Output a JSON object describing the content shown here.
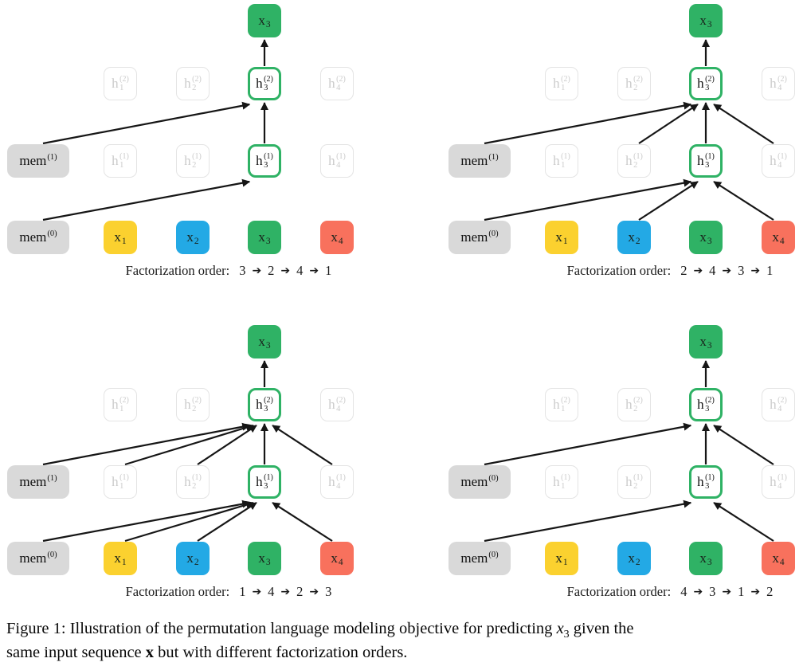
{
  "arrow_glyph": "➔",
  "colors": {
    "yellow": "#FBD12F",
    "blue": "#23A9E5",
    "green": "#2FB265",
    "red": "#F8715D",
    "gray": "#D9D9D9",
    "faded_border": "#E4E4E4",
    "faded_text": "#CBCBCB",
    "arrow": "#161616"
  },
  "figure_caption": {
    "prefix": "Figure 1: Illustration of the permutation language modeling objective for predicting ",
    "math_x": "x",
    "math_sub": "3",
    "after_math": " given the",
    "line2_start": "same input sequence ",
    "bold_x": "x",
    "line2_end": " but with different factorization orders."
  },
  "panels": [
    {
      "name": "top-left",
      "caption": {
        "prefix": "Factorization order:",
        "sequence": [
          "3",
          "2",
          "4",
          "1"
        ]
      },
      "output": {
        "id": "out",
        "base": "x",
        "sub": "3",
        "state": "output",
        "color": "green"
      },
      "layer2": [
        {
          "id": "h1_2",
          "base": "h",
          "sub": "1",
          "sup": "(2)",
          "state": "faded"
        },
        {
          "id": "h2_2",
          "base": "h",
          "sub": "2",
          "sup": "(2)",
          "state": "faded"
        },
        {
          "id": "h3_2",
          "base": "h",
          "sub": "3",
          "sup": "(2)",
          "state": "active"
        },
        {
          "id": "h4_2",
          "base": "h",
          "sub": "4",
          "sup": "(2)",
          "state": "faded"
        }
      ],
      "layer1": [
        {
          "id": "mem_mid",
          "base": "mem",
          "sup": "(1)",
          "state": "mem"
        },
        {
          "id": "h1_1",
          "base": "h",
          "sub": "1",
          "sup": "(1)",
          "state": "faded"
        },
        {
          "id": "h2_1",
          "base": "h",
          "sub": "2",
          "sup": "(1)",
          "state": "faded"
        },
        {
          "id": "h3_1",
          "base": "h",
          "sub": "3",
          "sup": "(1)",
          "state": "active"
        },
        {
          "id": "h4_1",
          "base": "h",
          "sub": "4",
          "sup": "(1)",
          "state": "faded"
        }
      ],
      "layer0": [
        {
          "id": "mem_bot",
          "base": "mem",
          "sup": "(0)",
          "state": "mem"
        },
        {
          "id": "x1",
          "base": "x",
          "sub": "1",
          "state": "input",
          "color": "yellow"
        },
        {
          "id": "x2",
          "base": "x",
          "sub": "2",
          "state": "input",
          "color": "blue"
        },
        {
          "id": "x3",
          "base": "x",
          "sub": "3",
          "state": "input",
          "color": "green"
        },
        {
          "id": "x4",
          "base": "x",
          "sub": "4",
          "state": "input",
          "color": "red"
        }
      ],
      "arrows": [
        [
          "mem_bot",
          "h3_1"
        ],
        [
          "mem_mid",
          "h3_2"
        ],
        [
          "h3_1",
          "h3_2"
        ],
        [
          "h3_2",
          "out"
        ]
      ]
    },
    {
      "name": "top-right",
      "caption": {
        "prefix": "Factorization order:",
        "sequence": [
          "2",
          "4",
          "3",
          "1"
        ]
      },
      "output": {
        "id": "out",
        "base": "x",
        "sub": "3",
        "state": "output",
        "color": "green"
      },
      "layer2": [
        {
          "id": "h1_2",
          "base": "h",
          "sub": "1",
          "sup": "(2)",
          "state": "faded"
        },
        {
          "id": "h2_2",
          "base": "h",
          "sub": "2",
          "sup": "(2)",
          "state": "faded"
        },
        {
          "id": "h3_2",
          "base": "h",
          "sub": "3",
          "sup": "(2)",
          "state": "active"
        },
        {
          "id": "h4_2",
          "base": "h",
          "sub": "4",
          "sup": "(2)",
          "state": "faded"
        }
      ],
      "layer1": [
        {
          "id": "mem_mid",
          "base": "mem",
          "sup": "(1)",
          "state": "mem"
        },
        {
          "id": "h1_1",
          "base": "h",
          "sub": "1",
          "sup": "(1)",
          "state": "faded"
        },
        {
          "id": "h2_1",
          "base": "h",
          "sub": "2",
          "sup": "(1)",
          "state": "faded"
        },
        {
          "id": "h3_1",
          "base": "h",
          "sub": "3",
          "sup": "(1)",
          "state": "active"
        },
        {
          "id": "h4_1",
          "base": "h",
          "sub": "4",
          "sup": "(1)",
          "state": "faded"
        }
      ],
      "layer0": [
        {
          "id": "mem_bot",
          "base": "mem",
          "sup": "(0)",
          "state": "mem"
        },
        {
          "id": "x1",
          "base": "x",
          "sub": "1",
          "state": "input",
          "color": "yellow"
        },
        {
          "id": "x2",
          "base": "x",
          "sub": "2",
          "state": "input",
          "color": "blue"
        },
        {
          "id": "x3",
          "base": "x",
          "sub": "3",
          "state": "input",
          "color": "green"
        },
        {
          "id": "x4",
          "base": "x",
          "sub": "4",
          "state": "input",
          "color": "red"
        }
      ],
      "arrows": [
        [
          "mem_bot",
          "h3_1"
        ],
        [
          "x2",
          "h3_1"
        ],
        [
          "x4",
          "h3_1"
        ],
        [
          "mem_mid",
          "h3_2"
        ],
        [
          "h2_1",
          "h3_2"
        ],
        [
          "h3_1",
          "h3_2"
        ],
        [
          "h4_1",
          "h3_2"
        ],
        [
          "h3_2",
          "out"
        ]
      ]
    },
    {
      "name": "bottom-left",
      "caption": {
        "prefix": "Factorization order:",
        "sequence": [
          "1",
          "4",
          "2",
          "3"
        ]
      },
      "output": {
        "id": "out",
        "base": "x",
        "sub": "3",
        "state": "output",
        "color": "green"
      },
      "layer2": [
        {
          "id": "h1_2",
          "base": "h",
          "sub": "1",
          "sup": "(2)",
          "state": "faded"
        },
        {
          "id": "h2_2",
          "base": "h",
          "sub": "2",
          "sup": "(2)",
          "state": "faded"
        },
        {
          "id": "h3_2",
          "base": "h",
          "sub": "3",
          "sup": "(2)",
          "state": "active"
        },
        {
          "id": "h4_2",
          "base": "h",
          "sub": "4",
          "sup": "(2)",
          "state": "faded"
        }
      ],
      "layer1": [
        {
          "id": "mem_mid",
          "base": "mem",
          "sup": "(1)",
          "state": "mem"
        },
        {
          "id": "h1_1",
          "base": "h",
          "sub": "1",
          "sup": "(1)",
          "state": "faded"
        },
        {
          "id": "h2_1",
          "base": "h",
          "sub": "2",
          "sup": "(1)",
          "state": "faded"
        },
        {
          "id": "h3_1",
          "base": "h",
          "sub": "3",
          "sup": "(1)",
          "state": "active"
        },
        {
          "id": "h4_1",
          "base": "h",
          "sub": "4",
          "sup": "(1)",
          "state": "faded"
        }
      ],
      "layer0": [
        {
          "id": "mem_bot",
          "base": "mem",
          "sup": "(0)",
          "state": "mem"
        },
        {
          "id": "x1",
          "base": "x",
          "sub": "1",
          "state": "input",
          "color": "yellow"
        },
        {
          "id": "x2",
          "base": "x",
          "sub": "2",
          "state": "input",
          "color": "blue"
        },
        {
          "id": "x3",
          "base": "x",
          "sub": "3",
          "state": "input",
          "color": "green"
        },
        {
          "id": "x4",
          "base": "x",
          "sub": "4",
          "state": "input",
          "color": "red"
        }
      ],
      "arrows": [
        [
          "mem_bot",
          "h3_1"
        ],
        [
          "x1",
          "h3_1"
        ],
        [
          "x2",
          "h3_1"
        ],
        [
          "x4",
          "h3_1"
        ],
        [
          "mem_mid",
          "h3_2"
        ],
        [
          "h1_1",
          "h3_2"
        ],
        [
          "h2_1",
          "h3_2"
        ],
        [
          "h3_1",
          "h3_2"
        ],
        [
          "h4_1",
          "h3_2"
        ],
        [
          "h3_2",
          "out"
        ]
      ]
    },
    {
      "name": "bottom-right",
      "caption": {
        "prefix": "Factorization order:",
        "sequence": [
          "4",
          "3",
          "1",
          "2"
        ]
      },
      "output": {
        "id": "out",
        "base": "x",
        "sub": "3",
        "state": "output",
        "color": "green"
      },
      "layer2": [
        {
          "id": "h1_2",
          "base": "h",
          "sub": "1",
          "sup": "(2)",
          "state": "faded"
        },
        {
          "id": "h2_2",
          "base": "h",
          "sub": "2",
          "sup": "(2)",
          "state": "faded"
        },
        {
          "id": "h3_2",
          "base": "h",
          "sub": "3",
          "sup": "(2)",
          "state": "active"
        },
        {
          "id": "h4_2",
          "base": "h",
          "sub": "4",
          "sup": "(2)",
          "state": "faded"
        }
      ],
      "layer1": [
        {
          "id": "mem_mid",
          "base": "mem",
          "sup": "(0)",
          "state": "mem"
        },
        {
          "id": "h1_1",
          "base": "h",
          "sub": "1",
          "sup": "(1)",
          "state": "faded"
        },
        {
          "id": "h2_1",
          "base": "h",
          "sub": "2",
          "sup": "(1)",
          "state": "faded"
        },
        {
          "id": "h3_1",
          "base": "h",
          "sub": "3",
          "sup": "(1)",
          "state": "active"
        },
        {
          "id": "h4_1",
          "base": "h",
          "sub": "4",
          "sup": "(1)",
          "state": "faded"
        }
      ],
      "layer0": [
        {
          "id": "mem_bot",
          "base": "mem",
          "sup": "(0)",
          "state": "mem"
        },
        {
          "id": "x1",
          "base": "x",
          "sub": "1",
          "state": "input",
          "color": "yellow"
        },
        {
          "id": "x2",
          "base": "x",
          "sub": "2",
          "state": "input",
          "color": "blue"
        },
        {
          "id": "x3",
          "base": "x",
          "sub": "3",
          "state": "input",
          "color": "green"
        },
        {
          "id": "x4",
          "base": "x",
          "sub": "4",
          "state": "input",
          "color": "red"
        }
      ],
      "arrows": [
        [
          "mem_bot",
          "h3_1"
        ],
        [
          "x4",
          "h3_1"
        ],
        [
          "mem_mid",
          "h3_2"
        ],
        [
          "h3_1",
          "h3_2"
        ],
        [
          "h4_1",
          "h3_2"
        ],
        [
          "h3_2",
          "out"
        ]
      ]
    }
  ]
}
